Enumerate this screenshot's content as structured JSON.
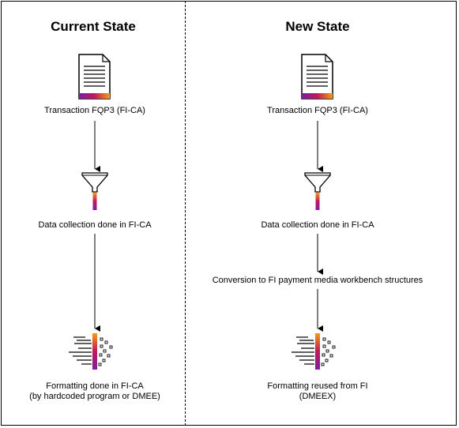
{
  "left": {
    "title": "Current State",
    "step1": "Transaction FQP3 (FI-CA)",
    "step2": "Data collection done in FI-CA",
    "step3_line1": "Formatting done in FI-CA",
    "step3_line2": "(by hardcoded program or DMEE)"
  },
  "right": {
    "title": "New State",
    "step1": "Transaction FQP3 (FI-CA)",
    "step2": "Data collection done in FI-CA",
    "step3": "Conversion to FI payment media workbench structures",
    "step4_line1": "Formatting reused from FI",
    "step4_line2": "(DMEEX)"
  },
  "colors": {
    "line": "#000000",
    "gradient_purple": "#7b1fa2",
    "gradient_red": "#c2185b",
    "gradient_orange": "#f39c12"
  }
}
